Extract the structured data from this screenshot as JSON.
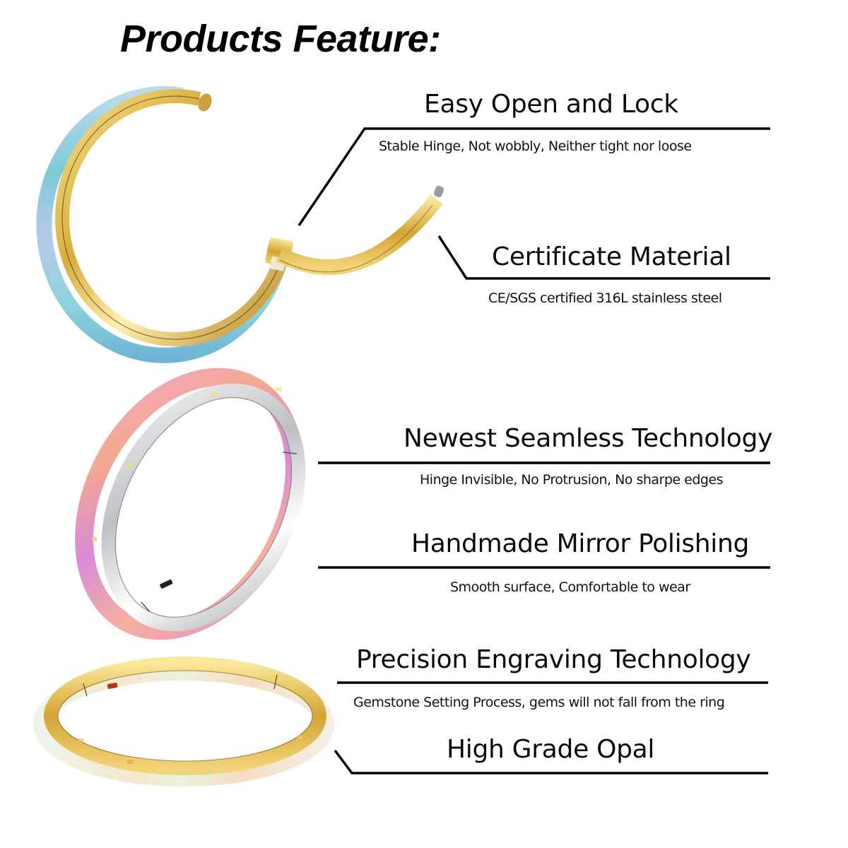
{
  "page": {
    "title": "Products Feature:",
    "colors": {
      "background": "#ffffff",
      "text": "#000000",
      "gold": "#d9ad3c",
      "silver": "#d8d8da",
      "opal_blue": "#8ecfe0",
      "opal_pink": "#f0a0c0",
      "opal_white": "#f3efe6"
    }
  },
  "features": [
    {
      "title": "Easy Open and Lock",
      "description": "Stable Hinge, Not wobbly, Neither tight nor loose"
    },
    {
      "title": "Certificate Material",
      "description": "CE/SGS certified 316L stainless steel"
    },
    {
      "title": "Newest Seamless Technology",
      "description": "Hinge Invisible, No Protrusion, No sharpe edges"
    },
    {
      "title": "Handmade Mirror Polishing",
      "description": "Smooth surface, Comfortable to wear"
    },
    {
      "title": "Precision Engraving Technology",
      "description": "Gemstone Setting Process, gems will not fall from the ring"
    },
    {
      "title": "High Grade Opal",
      "description": ""
    }
  ],
  "products": [
    {
      "name": "Gold hinged ring with blue opal (open)",
      "metal": "gold",
      "opal": "blue"
    },
    {
      "name": "Silver hinged ring with pink opal",
      "metal": "silver",
      "opal": "pink"
    },
    {
      "name": "Gold hinged ring with white opal",
      "metal": "gold",
      "opal": "white"
    }
  ]
}
